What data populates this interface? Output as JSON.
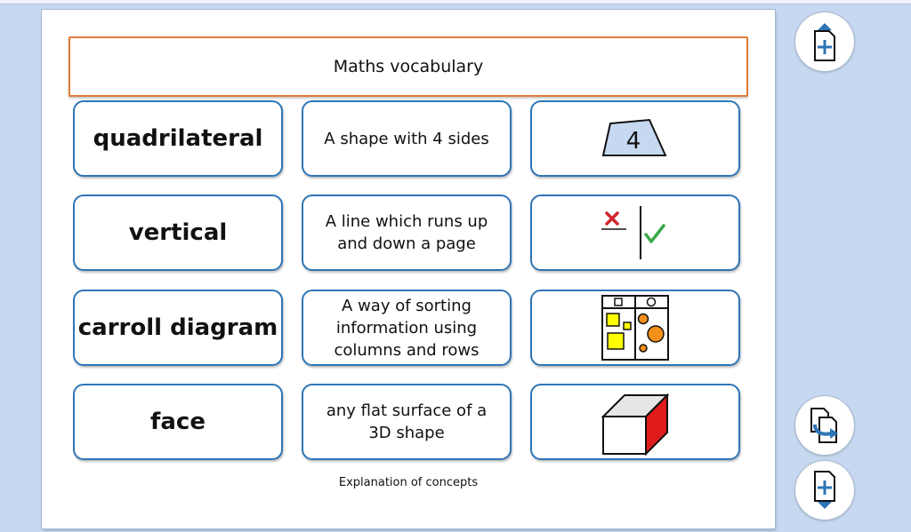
{
  "document": {
    "title": "Maths vocabulary",
    "footer": "Explanation of concepts"
  },
  "rows": [
    {
      "term": "quadrilateral",
      "definition": "A shape with 4 sides",
      "picture": "quadrilateral-4-icon",
      "picture_text": "4"
    },
    {
      "term": "vertical",
      "definition": "A line which runs up and down a page",
      "picture": "vertical-line-check-icon"
    },
    {
      "term": "carroll diagram",
      "definition": "A way of sorting information using columns and rows",
      "picture": "carroll-diagram-icon"
    },
    {
      "term": "face",
      "definition": "any flat surface of a 3D shape",
      "picture": "cuboid-red-face-icon"
    }
  ],
  "side_buttons": [
    {
      "name": "add-page-before-button",
      "icon": "page-add-up-icon"
    },
    {
      "name": "change-page-button",
      "icon": "page-swap-icon"
    },
    {
      "name": "add-page-after-button",
      "icon": "page-add-down-icon"
    }
  ],
  "colors": {
    "card_border": "#2e75b6",
    "title_border": "#e07b39",
    "background": "#c6d9f1"
  }
}
